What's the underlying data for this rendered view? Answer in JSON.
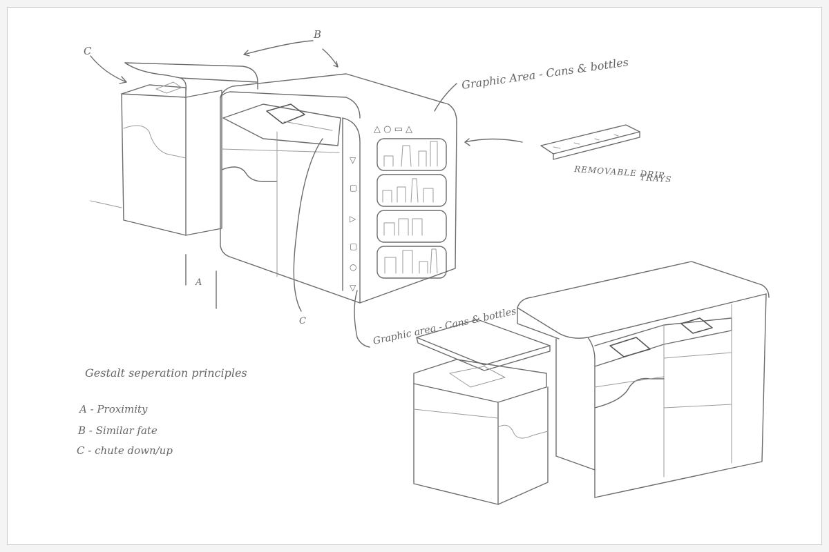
{
  "annotations": {
    "label_a": "A",
    "label_b": "B",
    "label_c_top": "C",
    "label_c_mid": "C",
    "graphic_area_top": "Graphic Area - Cans & bottles",
    "graphic_area_mid": "Graphic area - Cans & bottles",
    "drip_trays_line1": "REMOVABLE DRIP",
    "drip_trays_line2": "TRAYS"
  },
  "principles": {
    "heading": "Gestalt seperation principles",
    "items": [
      "A - Proximity",
      "B - Similar fate",
      "C - chute down/up"
    ]
  },
  "colors": {
    "paper": "#ffffff",
    "pencil": "#6b6b6b"
  }
}
